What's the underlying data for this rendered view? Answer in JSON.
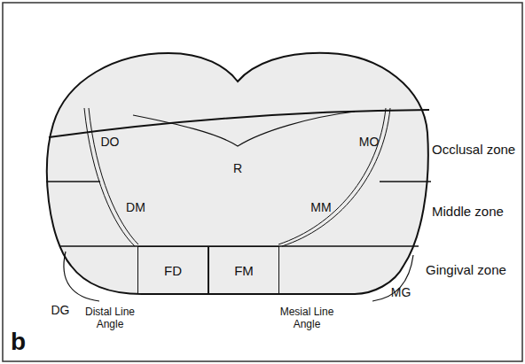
{
  "diagram": {
    "nodes": [
      {
        "text": [
          "FD"
        ]
      },
      {
        "text": [
          "FM"
        ]
      }
    ],
    "labels": [
      "DO",
      "MO",
      "R",
      "DM",
      "MM",
      "DG",
      "MG",
      "Occlusal zone",
      "Middle zone",
      "Gingival zone",
      "Distal Line Angle",
      "Mesial Line Angle",
      "b"
    ]
  }
}
